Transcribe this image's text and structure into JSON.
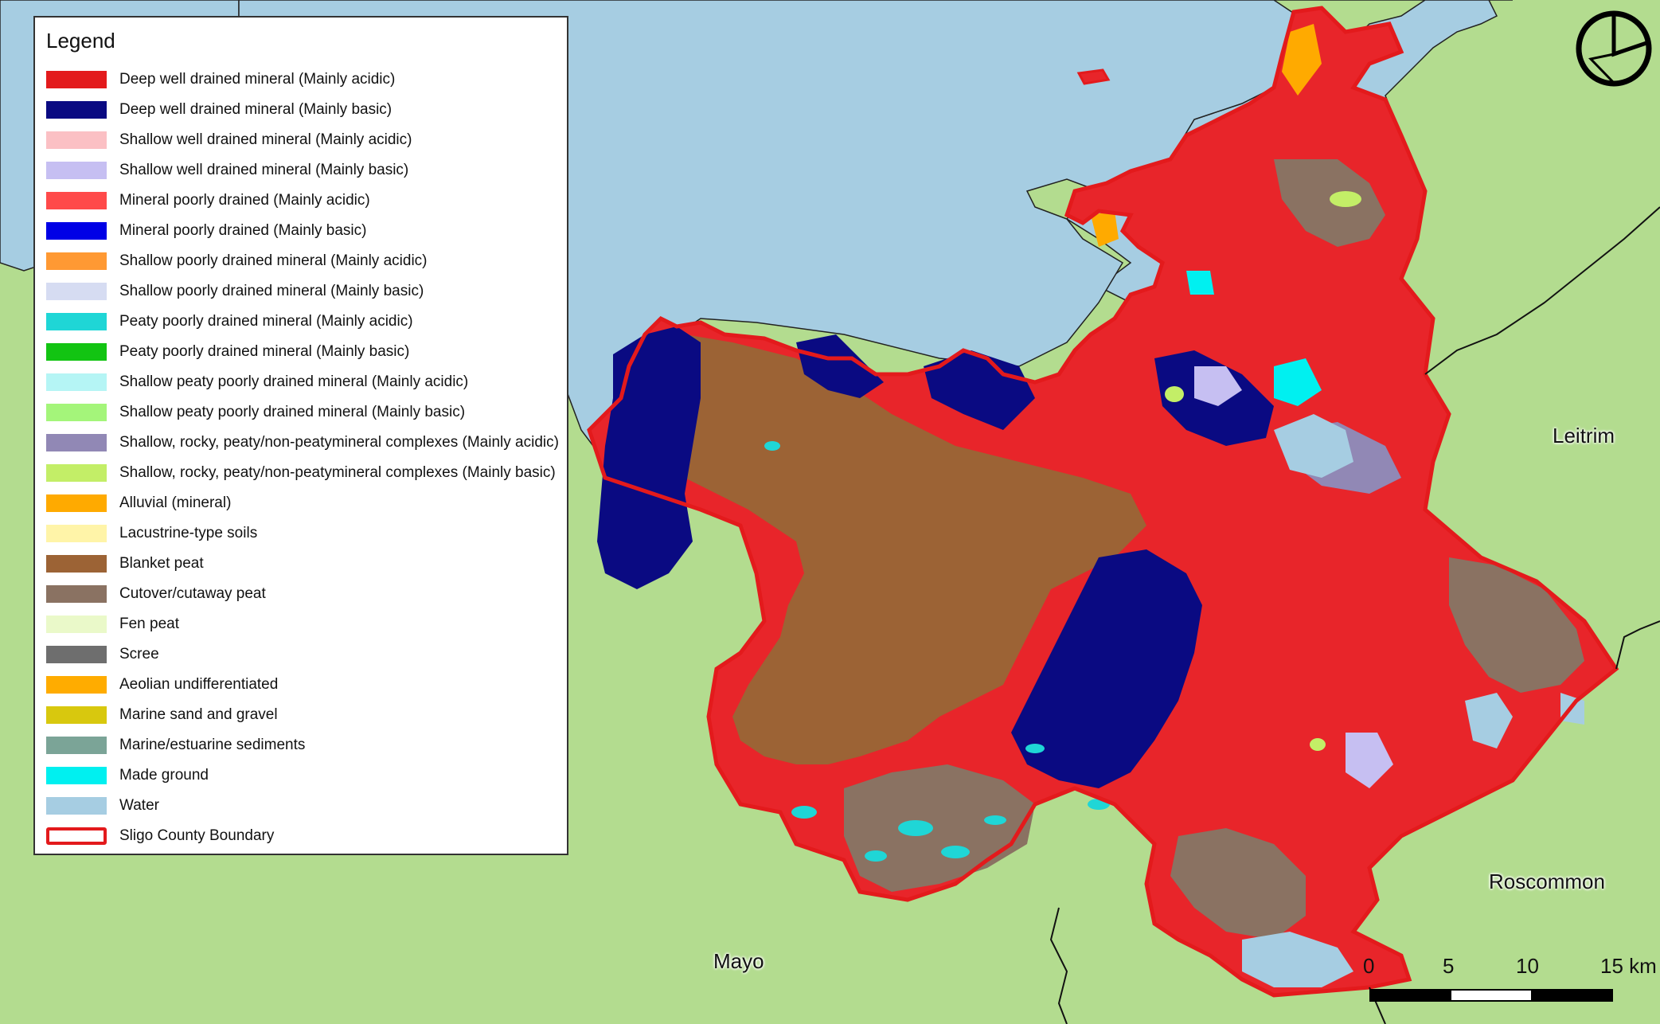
{
  "legend": {
    "title": "Legend",
    "items": [
      {
        "label": "Deep well drained mineral (Mainly acidic)",
        "color": "#e31a1c"
      },
      {
        "label": "Deep well drained mineral (Mainly basic)",
        "color": "#0a0a82"
      },
      {
        "label": "Shallow well drained mineral (Mainly acidic)",
        "color": "#fbc0c4"
      },
      {
        "label": "Shallow well drained mineral (Mainly basic)",
        "color": "#c6bff2"
      },
      {
        "label": "Mineral poorly drained (Mainly acidic)",
        "color": "#ff4a4a"
      },
      {
        "label": "Mineral poorly drained (Mainly basic)",
        "color": "#0000e6"
      },
      {
        "label": "Shallow poorly drained mineral (Mainly acidic)",
        "color": "#ff9933"
      },
      {
        "label": "Shallow poorly drained mineral (Mainly basic)",
        "color": "#d6dcf2"
      },
      {
        "label": "Peaty poorly drained mineral (Mainly acidic)",
        "color": "#1fd6d6"
      },
      {
        "label": "Peaty poorly drained mineral (Mainly basic)",
        "color": "#12c412"
      },
      {
        "label": "Shallow peaty poorly drained mineral (Mainly acidic)",
        "color": "#b5f5f5"
      },
      {
        "label": "Shallow peaty poorly drained mineral (Mainly basic)",
        "color": "#a4f57a"
      },
      {
        "label": "Shallow, rocky, peaty/non-peatymineral complexes (Mainly acidic)",
        "color": "#9188b5"
      },
      {
        "label": "Shallow, rocky, peaty/non-peatymineral complexes (Mainly basic)",
        "color": "#c3ee67"
      },
      {
        "label": "Alluvial (mineral)",
        "color": "#ffaa00"
      },
      {
        "label": "Lacustrine-type soils",
        "color": "#fff4a8"
      },
      {
        "label": "Blanket peat",
        "color": "#9c6335"
      },
      {
        "label": "Cutover/cutaway peat",
        "color": "#8a7262"
      },
      {
        "label": "Fen peat",
        "color": "#eaf9c9"
      },
      {
        "label": "Scree",
        "color": "#6e6e6e"
      },
      {
        "label": "Aeolian undifferentiated",
        "color": "#ffac00"
      },
      {
        "label": "Marine sand and gravel",
        "color": "#d8c80e"
      },
      {
        "label": "Marine/estuarine sediments",
        "color": "#7ba497"
      },
      {
        "label": "Made ground",
        "color": "#00f0f0"
      },
      {
        "label": "Water",
        "color": "#a6cde2"
      },
      {
        "label": "Sligo County Boundary",
        "color": "#e31a1c",
        "outline": true
      }
    ]
  },
  "places": [
    {
      "id": "leitrim",
      "label": "Leitrim"
    },
    {
      "id": "roscommon",
      "label": "Roscommon"
    },
    {
      "id": "mayo",
      "label": "Mayo"
    }
  ],
  "scale": {
    "labels": [
      "0",
      "5",
      "10",
      "15 km"
    ]
  },
  "colors": {
    "land": "#b3dc8f",
    "sea": "#a6cde2",
    "boundary": "#e31a1c"
  }
}
